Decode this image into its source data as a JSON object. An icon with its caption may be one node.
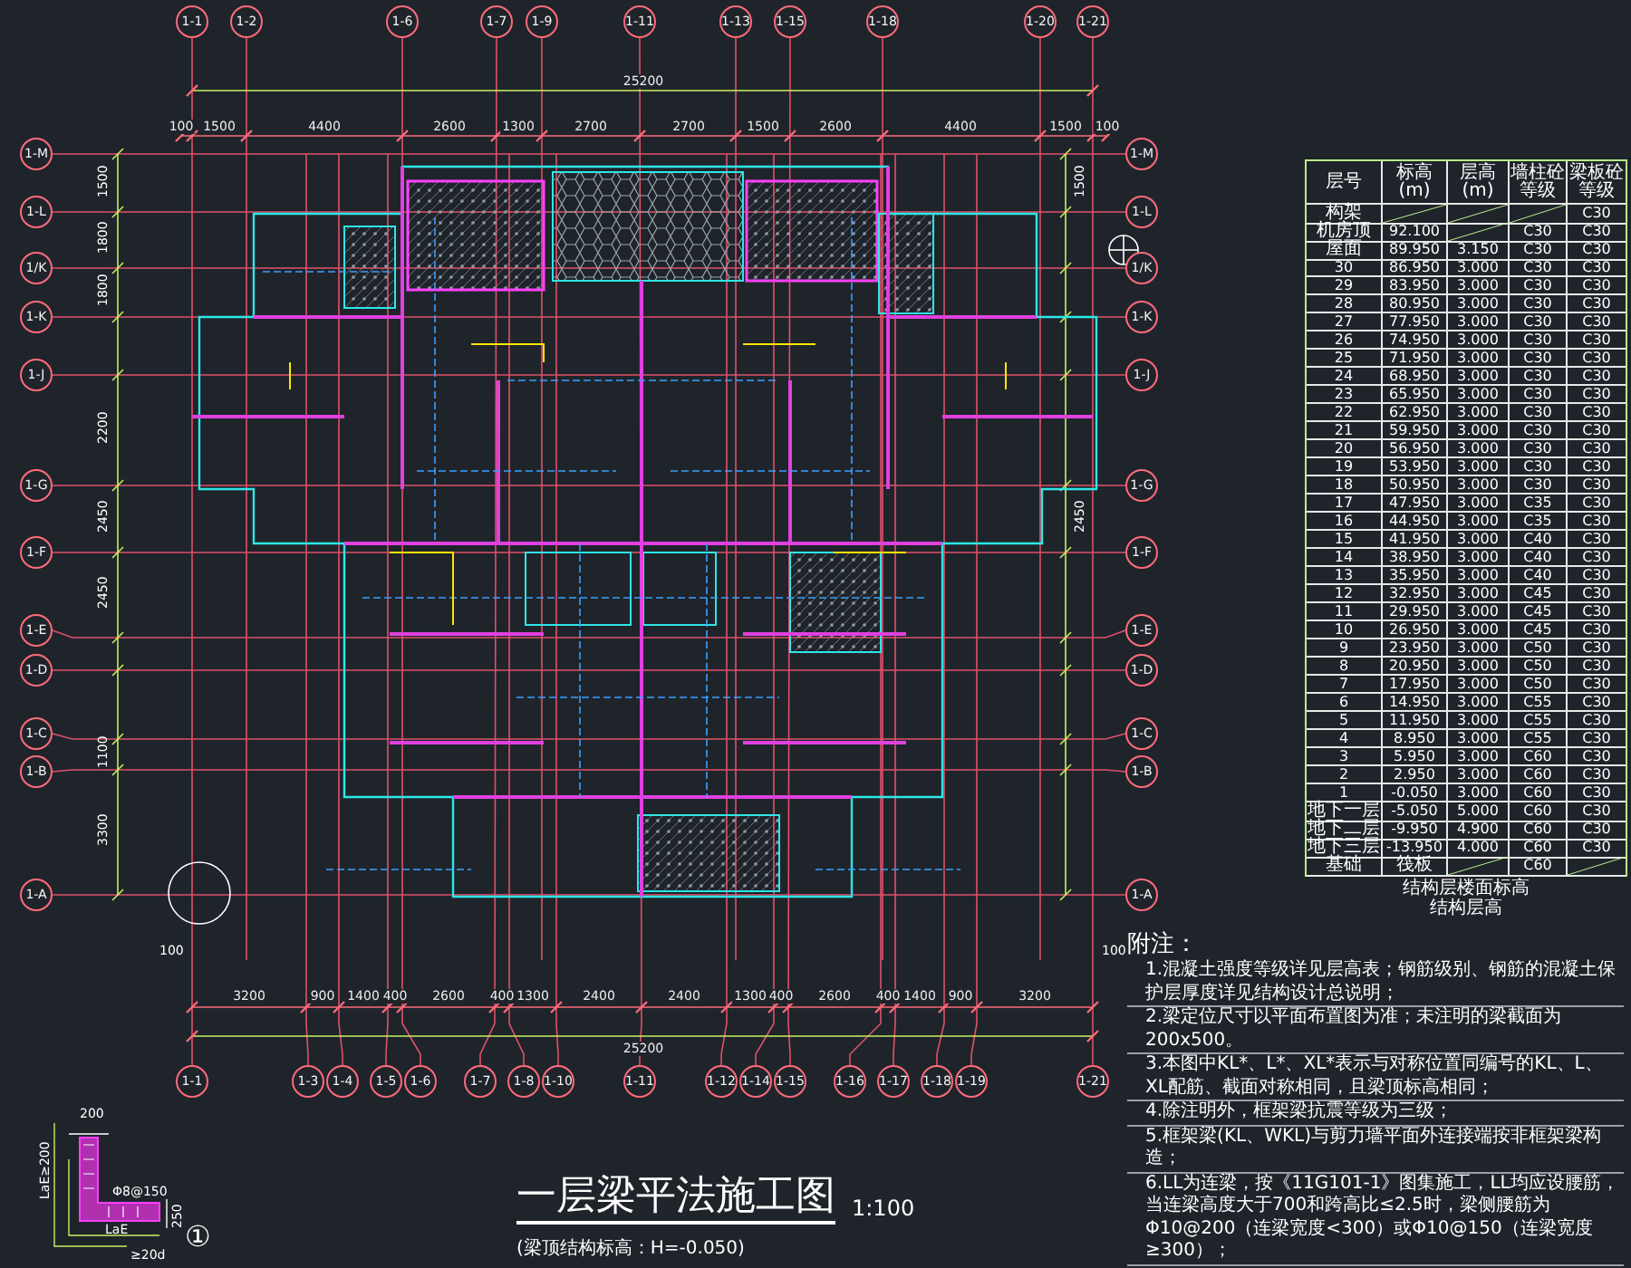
{
  "diagram": {
    "title": "一层梁平法施工图",
    "nodes": [
      {
        "text": [
          "1-1"
        ]
      },
      {
        "text": [
          "1-2"
        ]
      },
      {
        "text": [
          "1-6"
        ]
      },
      {
        "text": [
          "1-7"
        ]
      },
      {
        "text": [
          "1-9"
        ]
      },
      {
        "text": [
          "1-11"
        ]
      },
      {
        "text": [
          "1-13"
        ]
      },
      {
        "text": [
          "1-15"
        ]
      },
      {
        "text": [
          "1-18"
        ]
      },
      {
        "text": [
          "1-20"
        ]
      },
      {
        "text": [
          "1-21"
        ]
      },
      {
        "text": [
          "1-M"
        ]
      },
      {
        "text": [
          "1-L"
        ]
      },
      {
        "text": [
          "1/K"
        ]
      },
      {
        "text": [
          "1-K"
        ]
      },
      {
        "text": [
          "1-J"
        ]
      },
      {
        "text": [
          "1-G"
        ]
      },
      {
        "text": [
          "1-F"
        ]
      },
      {
        "text": [
          "1-E"
        ]
      },
      {
        "text": [
          "1-D"
        ]
      },
      {
        "text": [
          "1-C"
        ]
      },
      {
        "text": [
          "1-B"
        ]
      },
      {
        "text": [
          "1-A"
        ]
      },
      {
        "text": [
          "1-M"
        ]
      },
      {
        "text": [
          "1-L"
        ]
      },
      {
        "text": [
          "1/K"
        ]
      },
      {
        "text": [
          "1-K"
        ]
      },
      {
        "text": [
          "1-J"
        ]
      },
      {
        "text": [
          "1-G"
        ]
      },
      {
        "text": [
          "1-F"
        ]
      },
      {
        "text": [
          "1-E"
        ]
      },
      {
        "text": [
          "1-D"
        ]
      },
      {
        "text": [
          "1-C"
        ]
      },
      {
        "text": [
          "1-B"
        ]
      },
      {
        "text": [
          "1-A"
        ]
      },
      {
        "text": [
          "1-1"
        ]
      },
      {
        "text": [
          "1-3"
        ]
      },
      {
        "text": [
          "1-4"
        ]
      },
      {
        "text": [
          "1-5"
        ]
      },
      {
        "text": [
          "1-6"
        ]
      },
      {
        "text": [
          "1-7"
        ]
      },
      {
        "text": [
          "1-8"
        ]
      },
      {
        "text": [
          "1-10"
        ]
      },
      {
        "text": [
          "1-11"
        ]
      },
      {
        "text": [
          "1-12"
        ]
      },
      {
        "text": [
          "1-14"
        ]
      },
      {
        "text": [
          "1-15"
        ]
      },
      {
        "text": [
          "1-16"
        ]
      },
      {
        "text": [
          "1-17"
        ]
      },
      {
        "text": [
          "1-18"
        ]
      },
      {
        "text": [
          "1-19"
        ]
      },
      {
        "text": [
          "1-21"
        ]
      }
    ],
    "edges": [
      {
        "from": 11,
        "to": 23,
        "arrow": "none"
      },
      {
        "from": 12,
        "to": 24,
        "arrow": "none"
      },
      {
        "from": 13,
        "to": 25,
        "arrow": "none"
      },
      {
        "from": 14,
        "to": 26,
        "arrow": "none"
      },
      {
        "from": 15,
        "to": 27,
        "arrow": "none"
      },
      {
        "from": 16,
        "to": 28,
        "arrow": "none"
      },
      {
        "from": 17,
        "to": 29,
        "arrow": "none"
      },
      {
        "from": 18,
        "to": 30,
        "arrow": "none"
      },
      {
        "from": 19,
        "to": 31,
        "arrow": "none"
      },
      {
        "from": 20,
        "to": 32,
        "arrow": "none"
      },
      {
        "from": 21,
        "to": 33,
        "arrow": "none"
      },
      {
        "from": 22,
        "to": 34,
        "arrow": "none"
      },
      {
        "from": 0,
        "to": 35,
        "arrow": "none"
      },
      {
        "from": 2,
        "to": 39,
        "arrow": "none"
      },
      {
        "from": 3,
        "to": 40,
        "arrow": "none"
      },
      {
        "from": 5,
        "to": 43,
        "arrow": "none"
      },
      {
        "from": 7,
        "to": 46,
        "arrow": "none"
      },
      {
        "from": 10,
        "to": 51,
        "arrow": "none"
      },
      {
        "from": 1,
        "to": null,
        "arrow": "none"
      },
      {
        "from": 4,
        "to": null,
        "arrow": "none"
      },
      {
        "from": 6,
        "to": null,
        "arrow": "none"
      },
      {
        "from": 8,
        "to": null,
        "arrow": "none"
      },
      {
        "from": 9,
        "to": null,
        "arrow": "none"
      },
      {
        "from": null,
        "to": 36,
        "arrow": "none"
      },
      {
        "from": null,
        "to": 37,
        "arrow": "none"
      },
      {
        "from": null,
        "to": 38,
        "arrow": "none"
      },
      {
        "from": null,
        "to": 41,
        "arrow": "none"
      },
      {
        "from": null,
        "to": 42,
        "arrow": "none"
      },
      {
        "from": null,
        "to": 44,
        "arrow": "none"
      },
      {
        "from": null,
        "to": 45,
        "arrow": "none"
      },
      {
        "from": null,
        "to": 47,
        "arrow": "none"
      },
      {
        "from": null,
        "to": 48,
        "arrow": "none"
      },
      {
        "from": null,
        "to": 49,
        "arrow": "none"
      },
      {
        "from": null,
        "to": 50,
        "arrow": "none"
      }
    ],
    "labels": [
      "25200",
      "100",
      "1500",
      "4400",
      "2600",
      "1300",
      "2700",
      "2700",
      "1500",
      "2600",
      "4400",
      "1500",
      "100",
      "1500",
      "1800",
      "1800",
      "2200",
      "2450",
      "2450",
      "1100",
      "3300",
      "1500",
      "2450",
      "层号",
      "标高(m)",
      "层高(m)",
      "墙柱砼等级",
      "梁板砼等级",
      "构架",
      "C30",
      "机房顶",
      "92.100",
      "C30",
      "C30",
      "屋面",
      "89.950",
      "3.150",
      "C30",
      "C30",
      "30",
      "86.950",
      "3.000",
      "C30",
      "C30",
      "29",
      "83.950",
      "3.000",
      "C30",
      "C30",
      "28",
      "80.950",
      "3.000",
      "C30",
      "C30",
      "27",
      "77.950",
      "3.000",
      "C30",
      "C30",
      "26",
      "74.950",
      "3.000",
      "C30",
      "C30",
      "25",
      "71.950",
      "3.000",
      "C30",
      "C30",
      "24",
      "68.950",
      "3.000",
      "C30",
      "C30",
      "23",
      "65.950",
      "3.000",
      "C30",
      "C30",
      "22",
      "62.950",
      "3.000",
      "C30",
      "C30",
      "21",
      "59.950",
      "3.000",
      "C30",
      "C30",
      "20",
      "56.950",
      "3.000",
      "C30",
      "C30",
      "19",
      "53.950",
      "3.000",
      "C30",
      "C30",
      "18",
      "50.950",
      "3.000",
      "C30",
      "C30",
      "17",
      "47.950",
      "3.000",
      "C35",
      "C30",
      "16",
      "44.950",
      "3.000",
      "C35",
      "C30",
      "15",
      "41.950",
      "3.000",
      "C40",
      "C30",
      "14",
      "38.950",
      "3.000",
      "C40",
      "C30",
      "13",
      "35.950",
      "3.000",
      "C40",
      "C30",
      "12",
      "32.950",
      "3.000",
      "C45",
      "C30",
      "11",
      "29.950",
      "3.000",
      "C45",
      "C30",
      "10",
      "26.950",
      "3.000",
      "C45",
      "C30",
      "9",
      "23.950",
      "3.000",
      "C50",
      "C30",
      "8",
      "20.950",
      "3.000",
      "C50",
      "C30",
      "7",
      "17.950",
      "3.000",
      "C50",
      "C30",
      "6",
      "14.950",
      "3.000",
      "C55",
      "C30",
      "5",
      "11.950",
      "3.000",
      "C55",
      "C30",
      "4",
      "8.950",
      "3.000",
      "C55",
      "C30",
      "3",
      "5.950",
      "3.000",
      "C60",
      "C30",
      "2",
      "2.950",
      "3.000",
      "C60",
      "C30",
      "1",
      "-0.050",
      "3.000",
      "C60",
      "C30",
      "地下一层",
      "-5.050",
      "5.000",
      "C60",
      "C30",
      "地下二层",
      "-9.950",
      "4.900",
      "C60",
      "C30",
      "地下三层",
      "-13.950",
      "4.000",
      "C60",
      "C30",
      "基础",
      "筏板",
      "C60",
      "结构层楼面标高",
      "结构层高",
      "3200",
      "900",
      "1400",
      "400",
      "2600",
      "400",
      "1300",
      "2400",
      "2400",
      "1300",
      "400",
      "2600",
      "400",
      "1400",
      "900",
      "3200",
      "100",
      "100",
      "25200",
      "200",
      "LaE≥200",
      "Φ8@150",
      "250",
      "LaE",
      "≥20d",
      "①",
      "1:100",
      "(梁顶结构标高：H=-0.050)",
      "附注：",
      "1.混凝土强度等级详见层高表；钢筋级别、钢筋的混凝土保护层厚度详见结构设计总说明；",
      "2.梁定位尺寸以平面布置图为准；未注明的梁截面为200x500。",
      "3.本图中KL*、L*、XL*表示与对称位置同编号的KL、L、XL配筋、截面对称相同，且梁顶标高相同；",
      "4.除注明外，框架梁抗震等级为三级；",
      "5.框架梁(KL、WKL)与剪力墙平面外连接端按非框架梁构造；",
      "6.LL为连梁，按《11G101-1》图集施工，LL均应设腰筋，当连梁高度大于700和跨高比≤2.5时，梁侧腰筋为Φ10@200（连梁宽度<300）或Φ10@150（连梁宽度≥300）；"
    ]
  }
}
